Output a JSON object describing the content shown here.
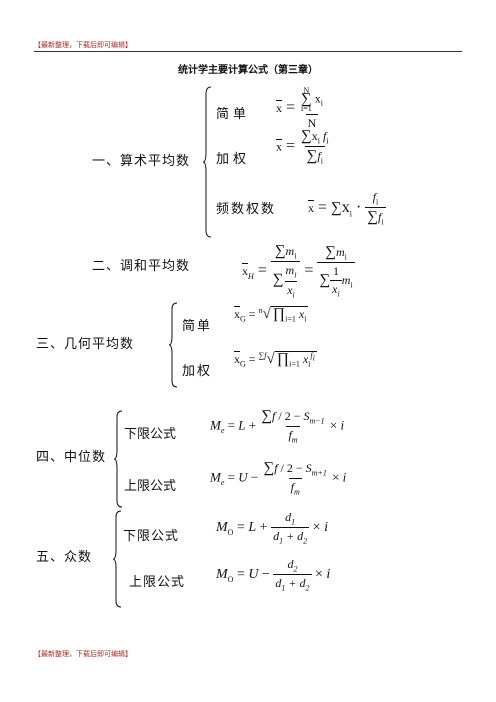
{
  "header": {
    "top_note": "【最新整理，下载后即可编辑】",
    "bottom_note": "【最新整理，下载后即可编辑】"
  },
  "title": "统计学主要计算公式（第三章）",
  "sections": {
    "arith": {
      "label": "一、算术平均数",
      "simple": "简单",
      "weighted": "加权",
      "freq_weighted": "频数权数"
    },
    "harmonic": {
      "label": "二、调和平均数"
    },
    "geometric": {
      "label": "三、几何平均数",
      "simple": "简单",
      "weighted": "加权"
    },
    "median": {
      "label": "四、中位数",
      "lower": "下限公式",
      "upper": "上限公式"
    },
    "mode": {
      "label": "五、众数",
      "lower": "下限公式",
      "upper": "上限公式"
    }
  }
}
